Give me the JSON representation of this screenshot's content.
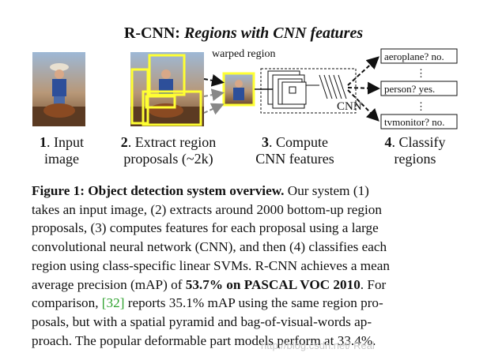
{
  "title": {
    "prefix": "R-CNN: ",
    "italic": "Regions with CNN features"
  },
  "diagram": {
    "warped_label": "warped region",
    "cnn_label": "CNN",
    "outputs": [
      "aeroplane? no.",
      "person? yes.",
      "tvmonitor? no."
    ],
    "ellipsis": "⋮"
  },
  "steps": [
    {
      "num": "1",
      "text1": ". Input",
      "text2": "image"
    },
    {
      "num": "2",
      "text1": ". Extract region",
      "text2": "proposals (~2k)"
    },
    {
      "num": "3",
      "text1": ". Compute",
      "text2": "CNN features"
    },
    {
      "num": "4",
      "text1": ". Classify",
      "text2": "regions"
    }
  ],
  "caption": {
    "label": "Figure 1: Object detection system overview.",
    "l1": " Our system (1)",
    "l2": "takes an input image, (2) extracts around 2000 bottom-up region",
    "l3": "proposals, (3) computes features for each proposal using a large",
    "l4": "convolutional neural network (CNN), and then (4) classifies each",
    "l5": "region using class-specific linear SVMs. R-CNN achieves a mean",
    "l6a": "average precision (mAP) of ",
    "l6b": "53.7% on PASCAL VOC 2010",
    "l6c": ". For",
    "l7a": "comparison, ",
    "l7cite": "[32]",
    "l7b": " reports 35.1% mAP using the same region pro-",
    "l8": "posals, but with a spatial pyramid and bag-of-visual-words ap-",
    "l9": "proach. The popular deformable part models perform at 33.4%."
  },
  "watermark": "http://blog.csdn.net/    Real",
  "colors": {
    "proposal_box": "#ffff33",
    "citation": "#2ca02c"
  }
}
